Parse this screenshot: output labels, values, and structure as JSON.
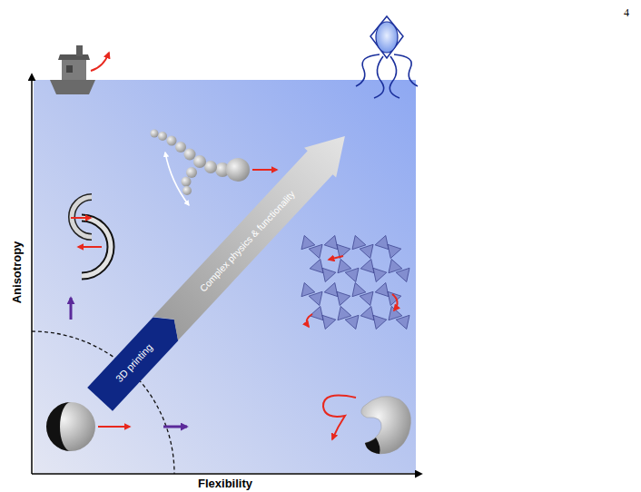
{
  "diagram": {
    "nodes": [
      {
        "text": [
          "3D printing"
        ]
      },
      {
        "text": [
          "Complex physics & functionality"
        ]
      }
    ],
    "labels": [
      "4",
      "Anisotropy",
      "Flexibility"
    ]
  }
}
